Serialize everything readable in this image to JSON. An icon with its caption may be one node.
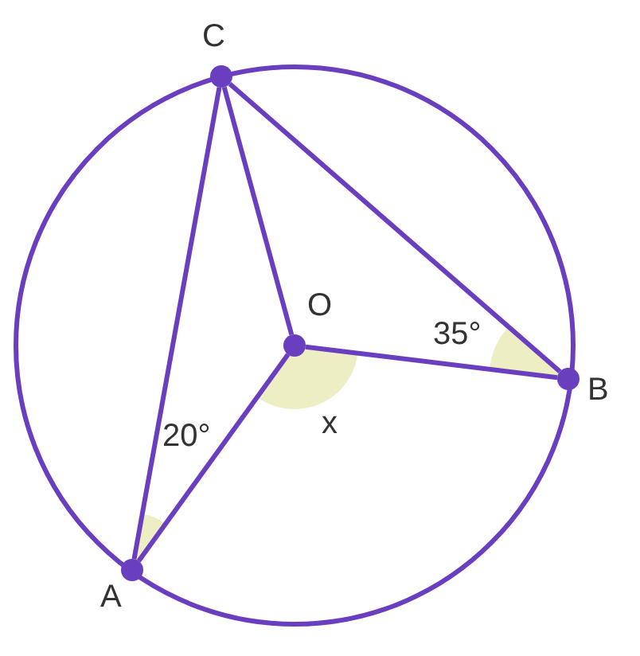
{
  "diagram": {
    "nodes": [
      {
        "text": [
          "C"
        ]
      },
      {
        "text": [
          "O"
        ]
      },
      {
        "text": [
          "B"
        ]
      },
      {
        "text": [
          "A"
        ]
      }
    ],
    "edges": [
      {
        "from": 0,
        "to": 3,
        "arrow": "none"
      },
      {
        "from": 0,
        "to": 1,
        "arrow": "none"
      },
      {
        "from": 0,
        "to": 2,
        "arrow": "none"
      },
      {
        "from": 1,
        "to": 3,
        "arrow": "none"
      },
      {
        "from": 1,
        "to": 2,
        "arrow": "none"
      }
    ],
    "labels": [
      "35°",
      "20°",
      "x"
    ]
  }
}
